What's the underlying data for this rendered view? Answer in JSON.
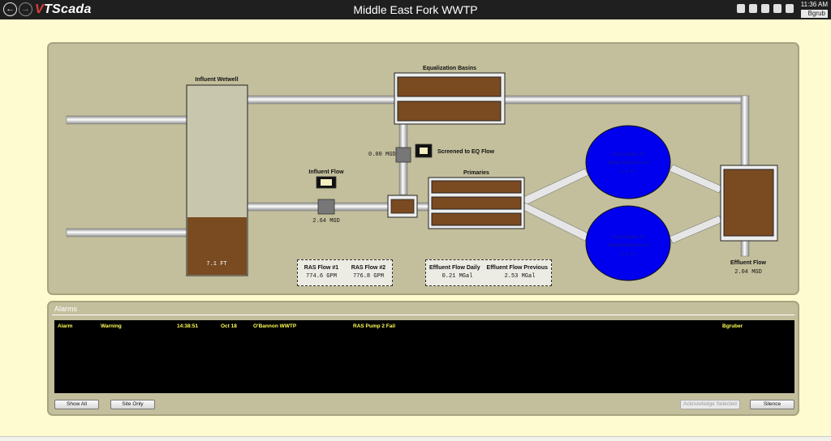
{
  "titlebar": {
    "back_icon": "back-arrow-icon",
    "forward_icon": "forward-arrow-icon",
    "brand_v": "V",
    "brand_rest": "TScada",
    "title": "Middle East Fork WWTP",
    "icons": [
      "tag-icon",
      "settings-icon",
      "list-icon",
      "print-icon",
      "bell-icon"
    ],
    "time": "11:36 AM",
    "user": "Bgrub"
  },
  "process": {
    "wetwell_label": "Influent Wetwell",
    "wetwell_level": "7.1 FT",
    "wetwell_fill_fraction": 0.3,
    "eq_label": "Equalization Basins",
    "screened_flow_label": "Screened to EQ Flow",
    "screened_flow_value": "0.00 MGD",
    "influent_flow_label": "Influent Flow",
    "influent_flow_value": "2.64 MGD",
    "primaries_label": "Primaries",
    "clarifier1_lines": [
      "Final Clarifier #1",
      "Sludge Blanket Level",
      "0.0 FT"
    ],
    "clarifier2_lines": [
      "Final Clarifier #2",
      "Sludge Blanket Level",
      "0.0 FT"
    ],
    "effluent_label": "Effluent Flow",
    "effluent_value": "2.04 MGD"
  },
  "ras_box": {
    "label1": "RAS Flow #1",
    "value1": "774.6 GPM",
    "label2": "RAS Flow #2",
    "value2": "776.8 GPM"
  },
  "eff_box": {
    "label1": "Effluent Flow Daily",
    "value1": "0.21 MGal",
    "label2": "Effluent Flow Previous",
    "value2": "2.53 MGal"
  },
  "alarms": {
    "title": "Alarms",
    "rows": [
      {
        "type": "Alarm",
        "priority": "Warning",
        "time": "14:38:51",
        "date": "Oct 18",
        "site": "O'Bannon WWTP",
        "description": "RAS Pump 2 Fail",
        "user": "Bgruber"
      }
    ],
    "buttons": {
      "show_all": "Show All",
      "site_only": "Site Only",
      "acknowledge": "Acknowledge Selected",
      "silence": "Silence"
    }
  },
  "colors": {
    "panel": "#c3bf9c",
    "tank_fill": "#7a4a21",
    "clarifier": "#0000ee",
    "alarm_text": "#fffd55"
  }
}
